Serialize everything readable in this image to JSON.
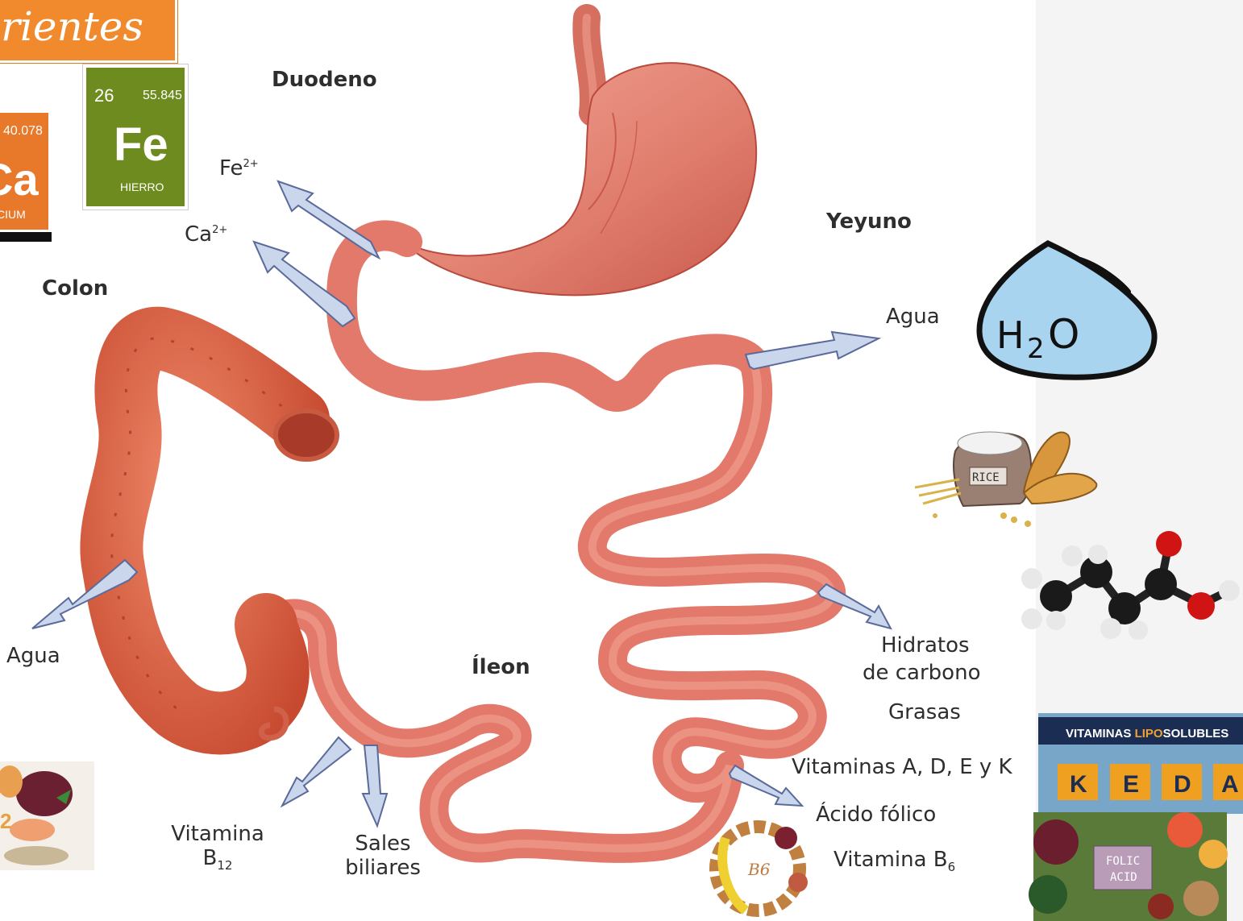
{
  "title_banner": "rientes",
  "organs": {
    "duodeno": "Duodeno",
    "yeyuno": "Yeyuno",
    "colon": "Colon",
    "ileon": "Íleon"
  },
  "absorption": {
    "fe": {
      "base": "Fe",
      "charge": "2+"
    },
    "ca": {
      "base": "Ca",
      "charge": "2+"
    },
    "agua_yeyuno": "Agua",
    "agua_colon": "Agua",
    "hidratos_line1": "Hidratos",
    "hidratos_line2": "de carbono",
    "grasas": "Grasas",
    "vitaminas_adek": "Vitaminas A, D, E y K",
    "acido_folico": "Ácido fólico",
    "vit_b6": {
      "base": "Vitamina B",
      "sub": "6"
    },
    "vit_b12": {
      "line1": "Vitamina",
      "base": "B",
      "sub": "12"
    },
    "sales_line1": "Sales",
    "sales_line2": "biliares"
  },
  "element_tiles": {
    "fe": {
      "number": "26",
      "mass": "55.845",
      "symbol": "Fe",
      "name": "HIERRO",
      "color": "#6e8b1f"
    },
    "ca": {
      "mass": "40.078",
      "symbol": "Ca",
      "name": "CIUM",
      "color": "#e8782a"
    }
  },
  "icons": {
    "h2o_drop": {
      "text_h": "H",
      "text_sub": "2",
      "text_o": "O",
      "fill": "#a8d4f0"
    },
    "rice_bag": {
      "label": "RICE"
    },
    "vitamins_banner": {
      "word1": "VITAMINAS ",
      "word2": "LIPO",
      "word3": "SOLUBLES",
      "letters": [
        "K",
        "E",
        "D",
        "A"
      ]
    },
    "folic_sign": {
      "line1": "FOLIC",
      "line2": "ACID"
    },
    "b6_badge": {
      "text": "B6"
    }
  },
  "colors": {
    "intestine": "#e3796a",
    "intestine_dark": "#b9493c",
    "stomach": "#ea8c7d",
    "arrow_fill": "#c9d6ec",
    "arrow_stroke": "#5a6a9a",
    "banner": "#f08a2c"
  }
}
